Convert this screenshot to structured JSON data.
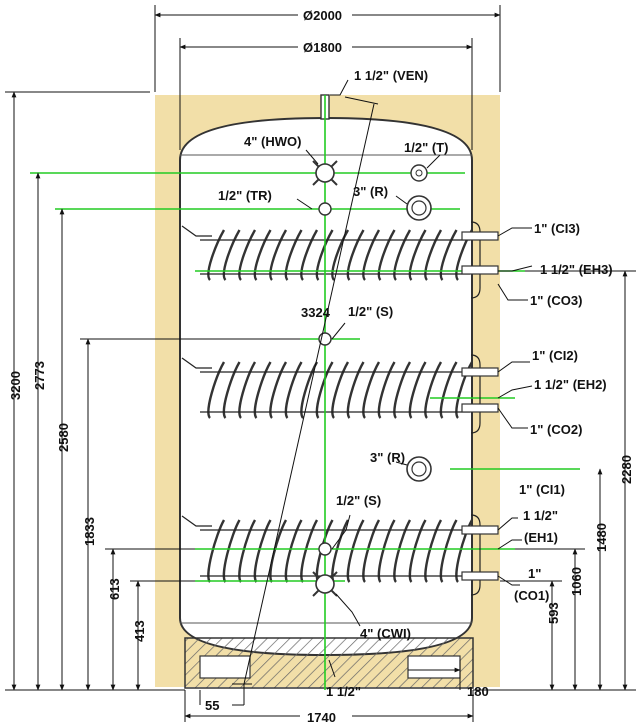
{
  "colors": {
    "insulation": "#f2dfa8",
    "tank_fill": "#ffffff",
    "centerline": "#22cc22",
    "stroke": "#222222",
    "base_hatch": "#666666"
  },
  "dimensions": {
    "outer_diameter": "Ø2000",
    "inner_diameter": "Ø1800",
    "total_height": "3200",
    "h_2773": "2773",
    "h_2580": "2580",
    "h_1833": "1833",
    "h_613": "613",
    "h_413": "413",
    "diag_3324": "3324",
    "r_2280": "2280",
    "r_1480": "1480",
    "r_1060": "1060",
    "r_593": "593",
    "base_width": "1740",
    "foot_55": "55",
    "foot_180": "180"
  },
  "connections": {
    "ven": "1 1/2\" (VEN)",
    "hwo": "4\" (HWO)",
    "t": "1/2\" (T)",
    "tr": "1/2\" (TR)",
    "r_top": "3\" (R)",
    "ci3": "1\" (CI3)",
    "eh3": "1 1/2\" (EH3)",
    "co3": "1\" (CO3)",
    "s_top": "1/2\" (S)",
    "ci2": "1\" (CI2)",
    "eh2": "1 1/2\" (EH2)",
    "co2": "1\" (CO2)",
    "r_mid": "3\" (R)",
    "ci1": "1\" (CI1)",
    "eh1_a": "1 1/2\"",
    "eh1_b": "(EH1)",
    "s_low": "1/2\" (S)",
    "co1_a": "1\"",
    "co1_b": "(CO1)",
    "cwi": "4\" (CWI)",
    "drain": "1 1/2\""
  }
}
